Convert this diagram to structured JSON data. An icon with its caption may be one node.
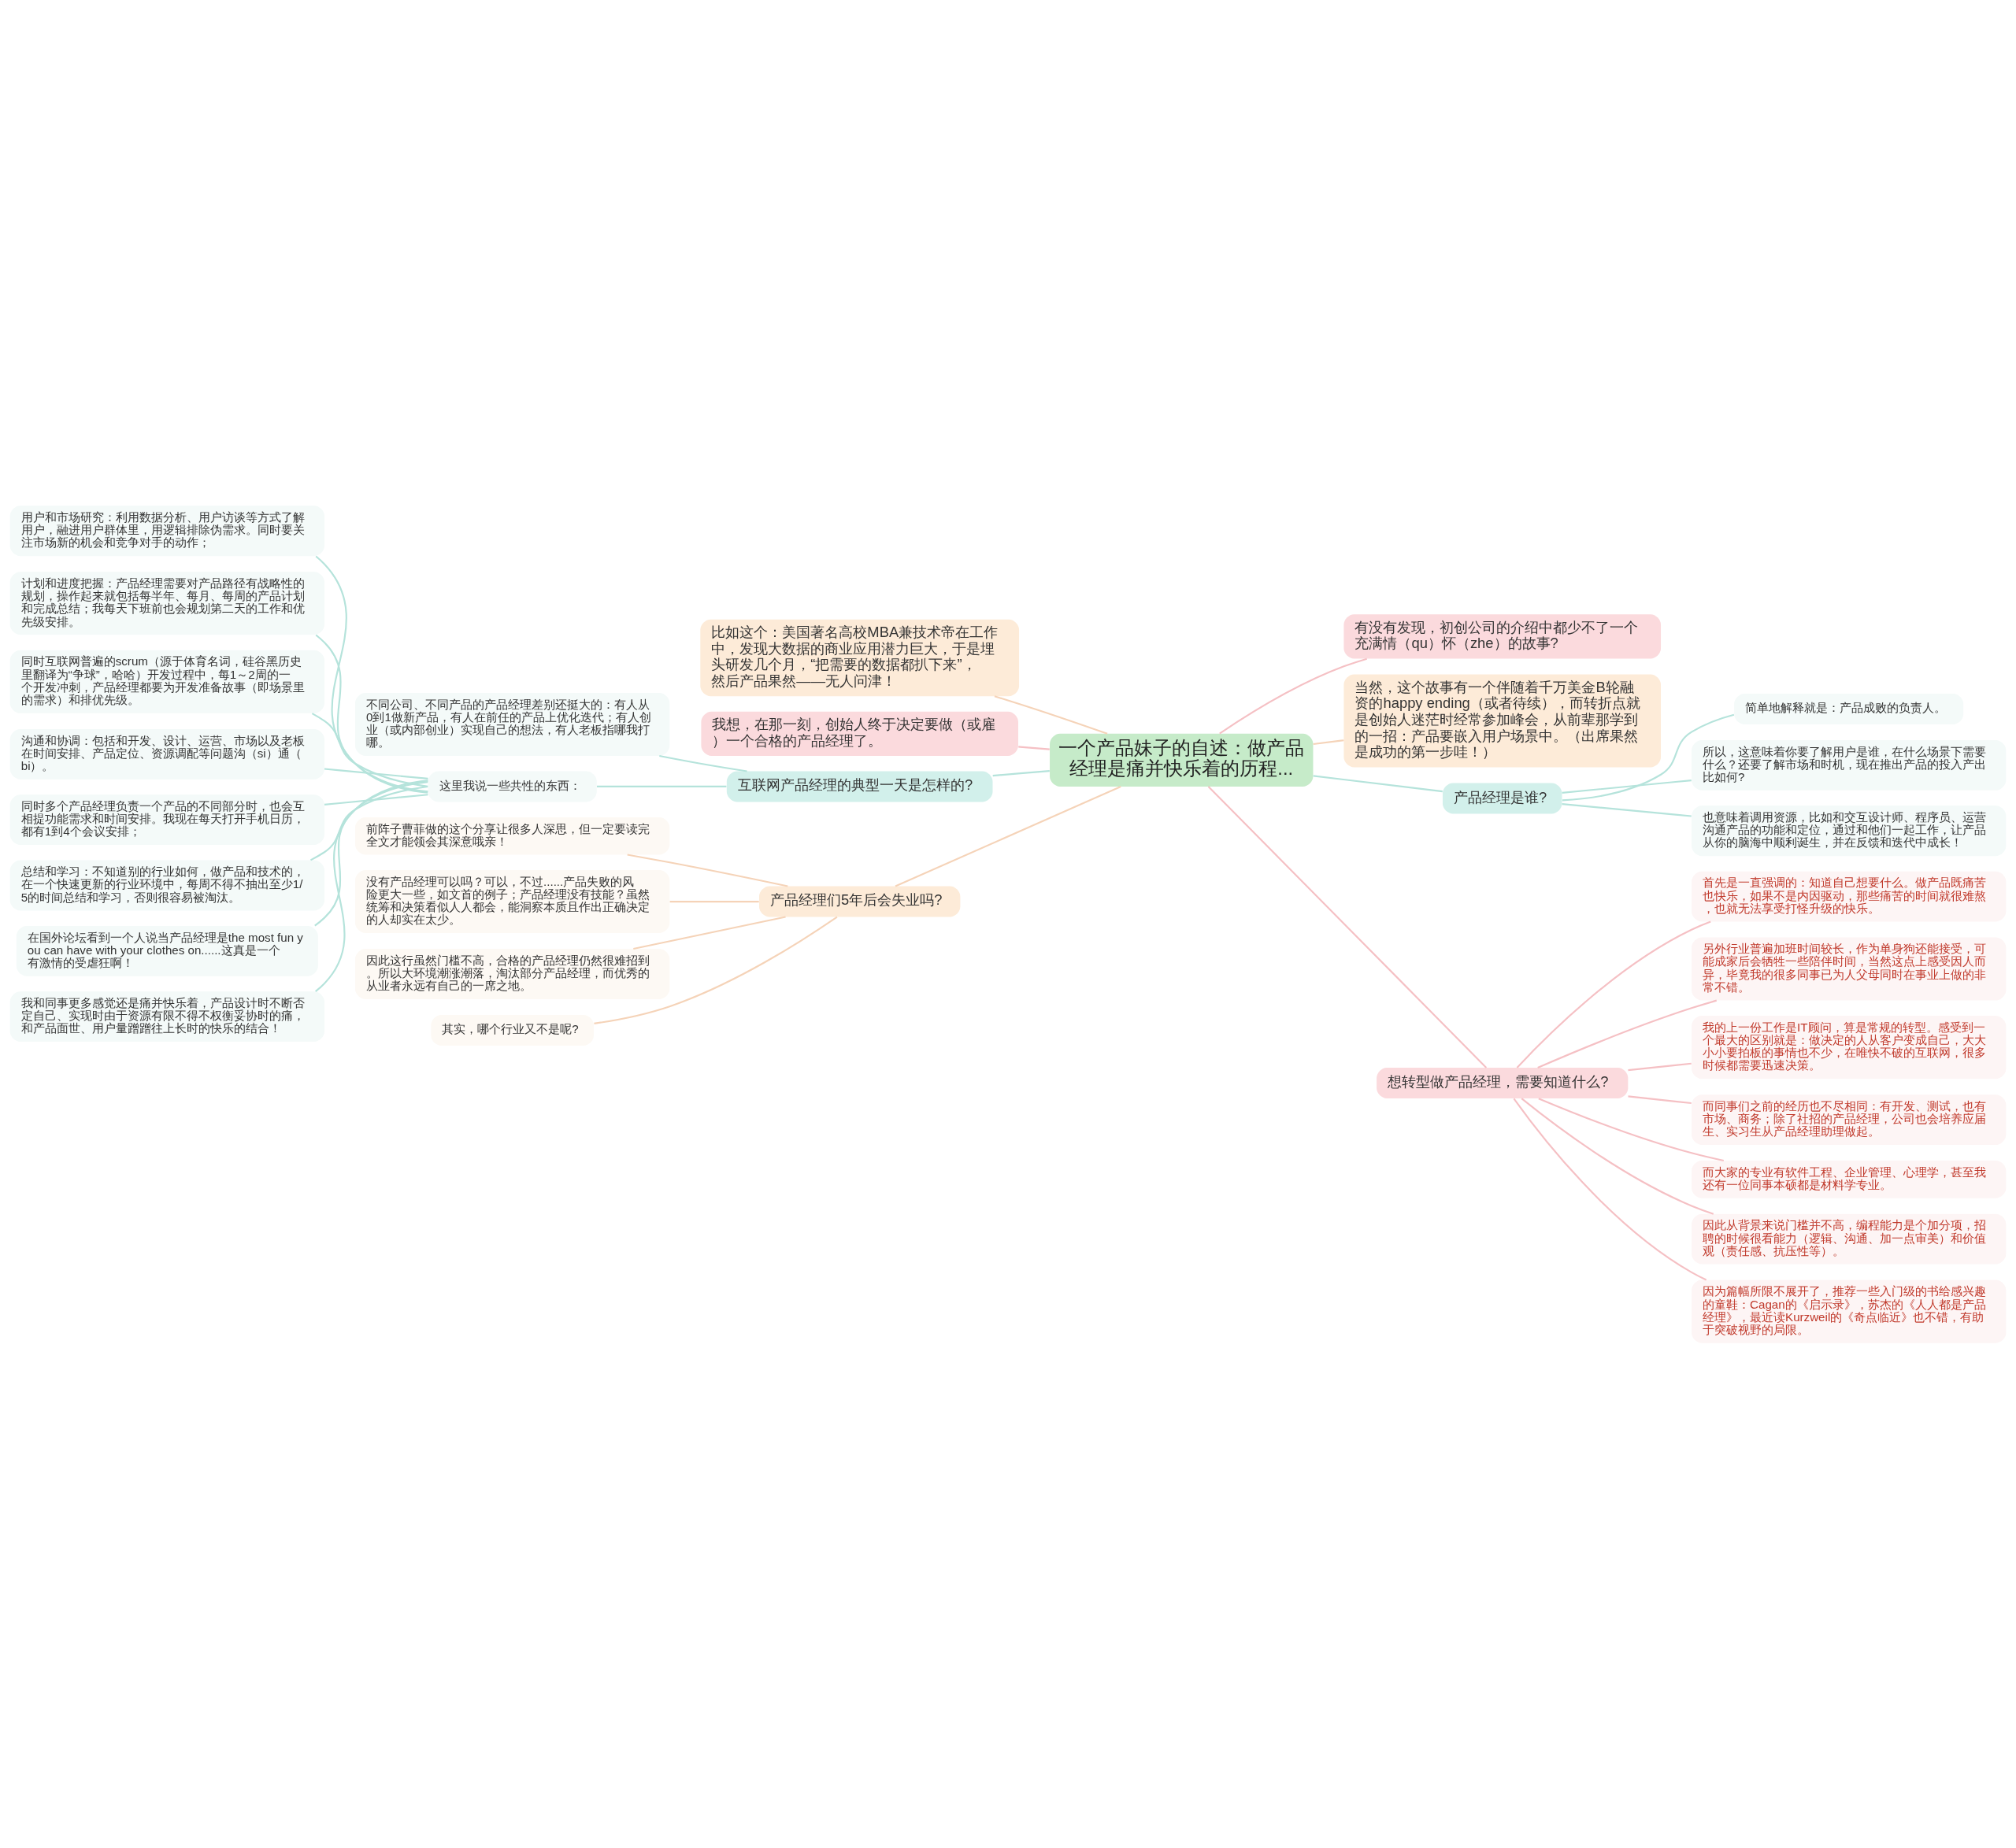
{
  "diagram": {
    "nodes": [
      {
        "text": [
          "一个产品妹子的自述：做产品经理是痛并快乐着的历程..."
        ]
      },
      {
        "text": [
          "比如这个：美国著名高校MBA兼技术帝在工作中，发现大数据的商业应用潜力巨大，于是埋头研发几个月，“把需要的数据都扒下来”，然后产品果然——无人问津！"
        ]
      },
      {
        "text": [
          "我想，在那一刻，创始人终于决定要做（或雇）一个合格的产品经理了。"
        ]
      },
      {
        "text": [
          "互联网产品经理的典型一天是怎样的?"
        ]
      },
      {
        "text": [
          "不同公司、不同产品的产品经理差别还挺大的：有人从0到1做新产品，有人在前任的产品上优化迭代；有人创业（或内部创业）实现自己的想法，有人老板指哪我打哪。"
        ]
      },
      {
        "text": [
          "这里我说一些共性的东西："
        ]
      },
      {
        "text": [
          "用户和市场研究：利用数据分析、用户访谈等方式了解用户，融进用户群体里，用逻辑排除伪需求。同时要关注市场新的机会和竞争对手的动作；"
        ]
      },
      {
        "text": [
          "计划和进度把握：产品经理需要对产品路径有战略性的规划，操作起来就包括每半年、每月、每周的产品计划和完成总结；我每天下班前也会规划第二天的工作和优先级安排。"
        ]
      },
      {
        "text": [
          "同时互联网普遍的scrum（源于体育名词，硅谷黑历史里翻译为“争球”，哈哈）开发过程中，每1～2周的一个开发冲刺，产品经理都要为开发准备故事（即场景里的需求）和排优先级。"
        ]
      },
      {
        "text": [
          "沟通和协调：包括和开发、设计、运营、市场以及老板在时间安排、产品定位、资源调配等问题沟（si）通（bi）。"
        ]
      },
      {
        "text": [
          "同时多个产品经理负责一个产品的不同部分时，也会互相提功能需求和时间安排。我现在每天打开手机日历，都有1到4个会议安排；"
        ]
      },
      {
        "text": [
          "总结和学习：不知道别的行业如何，做产品和技术的，在一个快速更新的行业环境中，每周不得不抽出至少1/5的时间总结和学习，否则很容易被淘汰。"
        ]
      },
      {
        "text": [
          "在国外论坛看到一个人说当产品经理是the most fun you can have with your clothes on......这真是一个有激情的受虐狂啊！"
        ]
      },
      {
        "text": [
          "我和同事更多感觉还是痛并快乐着，产品设计时不断否定自己、实现时由于资源有限不得不权衡妥协时的痛，和产品面世、用户量蹭蹭往上长时的快乐的结合！"
        ]
      },
      {
        "text": [
          "产品经理们5年后会失业吗?"
        ]
      },
      {
        "text": [
          "前阵子曹菲做的这个分享让很多人深思，但一定要读完全文才能领会其深意哦亲！"
        ]
      },
      {
        "text": [
          "没有产品经理可以吗？可以，不过......产品失败的风险更大一些，如文首的例子；产品经理没有技能？虽然统筹和决策看似人人都会，能洞察本质且作出正确决定的人却实在太少。"
        ]
      },
      {
        "text": [
          "因此这行虽然门槛不高，合格的产品经理仍然很难招到。所以大环境潮涨潮落，淘汰部分产品经理，而优秀的从业者永远有自己的一席之地。"
        ]
      },
      {
        "text": [
          "其实，哪个行业又不是呢?"
        ]
      },
      {
        "text": [
          "有没有发现，初创公司的介绍中都少不了一个充满情（qu）怀（zhe）的故事?"
        ]
      },
      {
        "text": [
          "当然，这个故事有一个伴随着千万美金B轮融资的happy ending（或者待续），而转折点就是创始人迷茫时经常参加峰会，从前辈那学到的一招：产品要嵌入用户场景中。（出席果然是成功的第一步哇！）"
        ]
      },
      {
        "text": [
          "产品经理是谁?"
        ]
      },
      {
        "text": [
          "简单地解释就是：产品成败的负责人。"
        ]
      },
      {
        "text": [
          "所以，这意味着你要了解用户是谁，在什么场景下需要什么？还要了解市场和时机，现在推出产品的投入产出比如何?"
        ]
      },
      {
        "text": [
          "也意味着调用资源，比如和交互设计师、程序员、运营沟通产品的功能和定位，通过和他们一起工作，让产品从你的脑海中顺利诞生，并在反馈和迭代中成长！"
        ]
      },
      {
        "text": [
          "想转型做产品经理，需要知道什么?"
        ]
      },
      {
        "text": [
          "首先是一直强调的：知道自己想要什么。做产品既痛苦也快乐，如果不是内因驱动，那些痛苦的时间就很难熬，也就无法享受打怪升级的快乐。"
        ]
      },
      {
        "text": [
          "另外行业普遍加班时间较长，作为单身狗还能接受，可能成家后会牺牲一些陪伴时间，当然这点上感受因人而异，毕竟我的很多同事已为人父母同时在事业上做的非常不错。"
        ]
      },
      {
        "text": [
          "我的上一份工作是IT顾问，算是常规的转型。感受到一个最大的区别就是：做决定的人从客户变成自己，大大小小要拍板的事情也不少，在唯快不破的互联网，很多时候都需要迅速决策。"
        ]
      },
      {
        "text": [
          "而同事们之前的经历也不尽相同：有开发、测试，也有市场、商务；除了社招的产品经理，公司也会培养应届生、实习生从产品经理助理做起。"
        ]
      },
      {
        "text": [
          "而大家的专业有软件工程、企业管理、心理学，甚至我还有一位同事本硕都是材料学专业。"
        ]
      },
      {
        "text": [
          "因此从背景来说门槛并不高，编程能力是个加分项，招聘的时候很看能力（逻辑、沟通、加一点审美）和价值观（责任感、抗压性等）。"
        ]
      },
      {
        "text": [
          "因为篇幅所限不展开了，推荐一些入门级的书给感兴趣的童鞋：Cagan的《启示录》，苏杰的《人人都是产品经理》，最近读Kurzweil的《奇点临近》也不错，有助于突破视野的局限。"
        ]
      }
    ],
    "edges": [
      {
        "from": 0,
        "to": 1,
        "arrow": "none",
        "color": "#f5d3b8"
      },
      {
        "from": 0,
        "to": 2,
        "arrow": "none",
        "color": "#f5c0c4"
      },
      {
        "from": 0,
        "to": 3,
        "arrow": "none"
      },
      {
        "from": 3,
        "to": 4,
        "arrow": "none"
      },
      {
        "from": 3,
        "to": 5,
        "arrow": "none"
      },
      {
        "from": 5,
        "to": 6,
        "arrow": "none"
      },
      {
        "from": 5,
        "to": 7,
        "arrow": "none"
      },
      {
        "from": 5,
        "to": 8,
        "arrow": "none"
      },
      {
        "from": 5,
        "to": 9,
        "arrow": "none"
      },
      {
        "from": 5,
        "to": 10,
        "arrow": "none"
      },
      {
        "from": 5,
        "to": 11,
        "arrow": "none"
      },
      {
        "from": 5,
        "to": 12,
        "arrow": "none"
      },
      {
        "from": 5,
        "to": 13,
        "arrow": "none"
      },
      {
        "from": 0,
        "to": 14,
        "arrow": "none",
        "color": "#f5d3b8"
      },
      {
        "from": 14,
        "to": 15,
        "arrow": "none",
        "color": "#f5d3b8"
      },
      {
        "from": 14,
        "to": 16,
        "arrow": "none",
        "color": "#f5d3b8"
      },
      {
        "from": 14,
        "to": 17,
        "arrow": "none",
        "color": "#f5d3b8"
      },
      {
        "from": 14,
        "to": 18,
        "arrow": "none",
        "color": "#f5d3b8"
      },
      {
        "from": 0,
        "to": 19,
        "arrow": "none",
        "color": "#f5c0c4"
      },
      {
        "from": 0,
        "to": 20,
        "arrow": "none",
        "color": "#f5d3b8"
      },
      {
        "from": 0,
        "to": 21,
        "arrow": "none"
      },
      {
        "from": 21,
        "to": 22,
        "arrow": "none"
      },
      {
        "from": 21,
        "to": 23,
        "arrow": "none"
      },
      {
        "from": 21,
        "to": 24,
        "arrow": "none"
      },
      {
        "from": 0,
        "to": 25,
        "arrow": "none",
        "color": "#f5c0c4"
      },
      {
        "from": 25,
        "to": 26,
        "arrow": "none",
        "color": "#f5c0c4"
      },
      {
        "from": 25,
        "to": 27,
        "arrow": "none",
        "color": "#f5c0c4"
      },
      {
        "from": 25,
        "to": 28,
        "arrow": "none",
        "color": "#f5c0c4"
      },
      {
        "from": 25,
        "to": 29,
        "arrow": "none",
        "color": "#f5c0c4"
      },
      {
        "from": 25,
        "to": 30,
        "arrow": "none",
        "color": "#f5c0c4"
      },
      {
        "from": 25,
        "to": 31,
        "arrow": "none",
        "color": "#f5c0c4"
      },
      {
        "from": 25,
        "to": 32,
        "arrow": "none",
        "color": "#f5c0c4"
      }
    ]
  }
}
